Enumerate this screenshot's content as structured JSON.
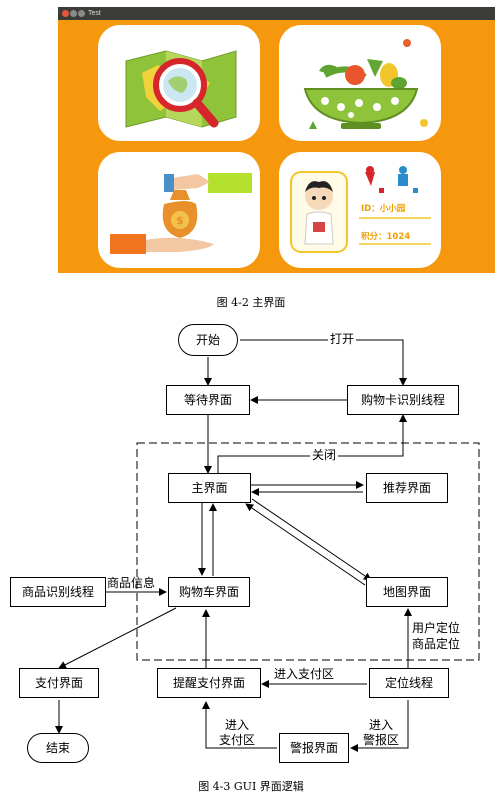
{
  "window": {
    "title": "Test",
    "accent_color": "#f6980e",
    "titlebar_color": "#3b3b38",
    "tiles": [
      {
        "name": "map-search-tile",
        "icon": "map-magnifier-icon"
      },
      {
        "name": "recommend-tile",
        "icon": "vegetable-basket-icon"
      },
      {
        "name": "payment-tile",
        "icon": "money-bag-hand-icon"
      },
      {
        "name": "user-tile",
        "icon": "user-avatar-icon"
      }
    ],
    "user": {
      "id_text": "ID：小小园",
      "points_text": "积分：1024"
    }
  },
  "figure_4_2": {
    "caption": "图 4-2  主界面"
  },
  "figure_4_3": {
    "caption": "图 4-3    GUI 界面逻辑",
    "nodes": {
      "start": "开始",
      "wait": "等待界面",
      "cardthread": "购物卡识别线程",
      "main": "主界面",
      "recommend": "推荐界面",
      "goodsthread": "商品识别线程",
      "cart": "购物车界面",
      "map": "地图界面",
      "pay": "支付界面",
      "remind": "提醒支付界面",
      "locthread": "定位线程",
      "end": "结束",
      "alarm": "警报界面"
    },
    "edge_labels": {
      "open": "打开",
      "close": "关闭",
      "goods_info": "商品信息",
      "user_loc": "用户定位",
      "goods_loc": "商品定位",
      "enter_pay_area": "进入支付区",
      "enter_pay_area_a": "进入",
      "enter_pay_area_b": "支付区",
      "enter_alarm_a": "进入",
      "enter_alarm_b": "警报区"
    }
  }
}
